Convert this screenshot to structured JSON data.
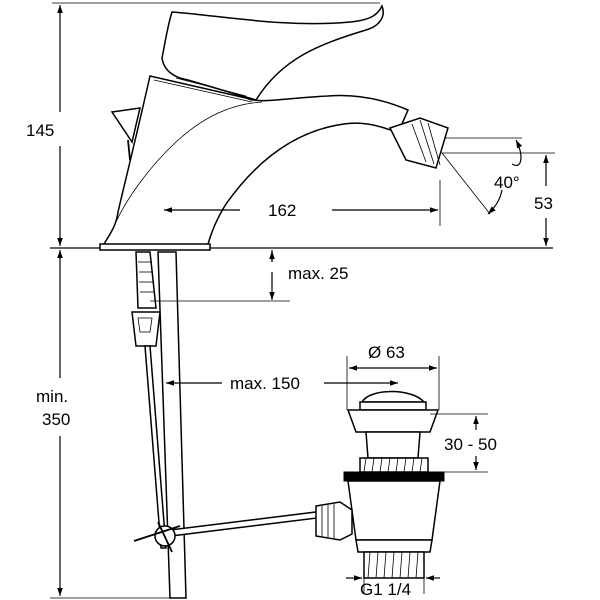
{
  "dimensions": {
    "height_total": "145",
    "spout_reach": "162",
    "spout_angle": "40°",
    "spout_height": "53",
    "max_deck_thickness": "max. 25",
    "min_hose_length_line1": "min.",
    "min_hose_length_line2": "350",
    "max_rod_distance": "max. 150",
    "waste_diameter": "Ø 63",
    "waste_adjust_range": "30 - 50",
    "waste_thread": "G1 1/4"
  }
}
